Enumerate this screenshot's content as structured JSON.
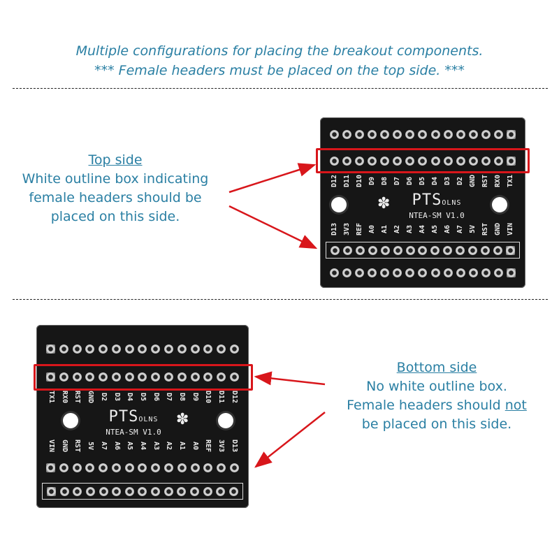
{
  "header": {
    "line1": "Multiple configurations for placing the breakout components.",
    "line2": "*** Female headers must be placed on the top side. ***"
  },
  "top_note": {
    "heading": "Top side",
    "lines": [
      "White outline box indicating",
      "female headers should be",
      "placed on this side."
    ]
  },
  "bottom_note": {
    "heading": "Bottom side",
    "line1": "No white outline box.",
    "line2_pre": "Female headers should ",
    "line2_em": "not",
    "line3": "be placed on this side."
  },
  "board": {
    "brand": "PTS",
    "brand_sub": "OLNS",
    "version": "NTEA-SM V1.0",
    "upper_labels": [
      "D12",
      "D11",
      "D10",
      "D9",
      "D8",
      "D7",
      "D6",
      "D5",
      "D4",
      "D3",
      "D2",
      "GND",
      "RST",
      "RX0",
      "TX1"
    ],
    "lower_labels": [
      "D13",
      "3V3",
      "REF",
      "A0",
      "A1",
      "A2",
      "A3",
      "A4",
      "A5",
      "A6",
      "A7",
      "5V",
      "RST",
      "GND",
      "VIN"
    ]
  },
  "colors": {
    "text": "#2a7fa3",
    "highlight": "#d8161b",
    "pcb": "#161616"
  }
}
